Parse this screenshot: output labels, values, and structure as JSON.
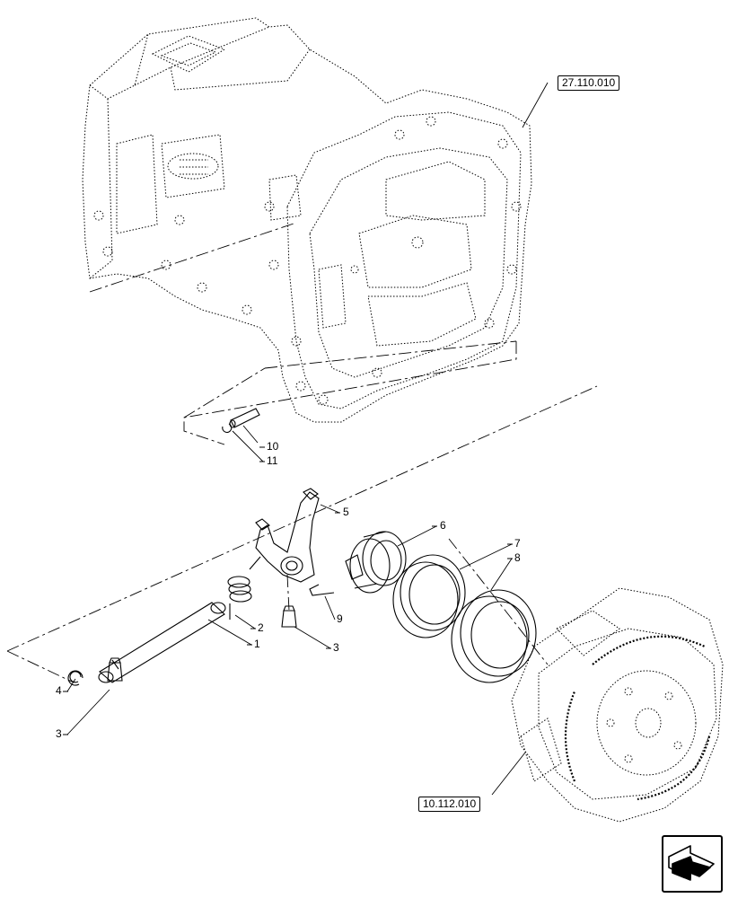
{
  "references": {
    "transmission_housing": "27.110.010",
    "clutch_assembly": "10.112.010"
  },
  "callouts": {
    "c1": "1",
    "c2": "2",
    "c3a": "3",
    "c3b": "3",
    "c4": "4",
    "c5": "5",
    "c6": "6",
    "c7": "7",
    "c8": "8",
    "c9": "9",
    "c10": "10",
    "c11": "11"
  },
  "nav_icon": "next-page-arrow-icon",
  "colors": {
    "line": "#000000",
    "background": "#ffffff"
  }
}
